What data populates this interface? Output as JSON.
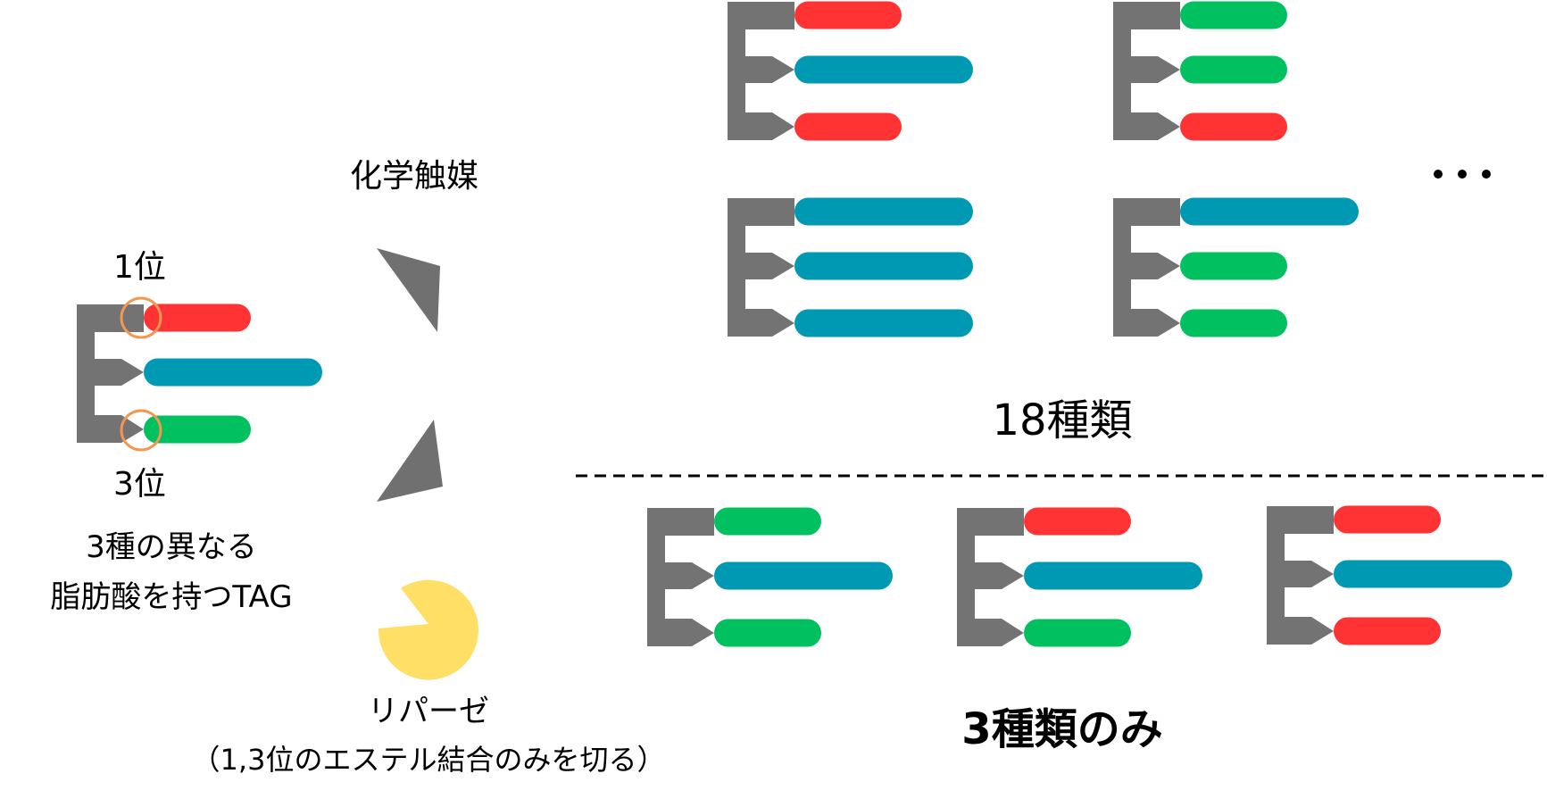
{
  "colors": {
    "glycerol": "#737373",
    "red": "#ff3333",
    "blue": "#0099b3",
    "green": "#00c060",
    "enzyme": "#ffdf66",
    "marker": "#f29650",
    "arrow": "#707070"
  },
  "left": {
    "pos1_label": "1位",
    "pos3_label": "3位",
    "desc_line1": "3種の異なる",
    "desc_line2": "脂肪酸を持つTAG"
  },
  "catalyst_label": "化学触媒",
  "lipase": {
    "name": "リパーゼ",
    "note": "（1,3位のエステル結合のみを切る）"
  },
  "chemical_result": {
    "ellipsis": "・・・",
    "count_label": "18種類",
    "molecules": [
      {
        "chains": [
          "red",
          "blue",
          "red"
        ],
        "lengths": [
          "short",
          "long",
          "short"
        ]
      },
      {
        "chains": [
          "green",
          "green",
          "red"
        ],
        "lengths": [
          "short",
          "short",
          "short"
        ]
      },
      {
        "chains": [
          "blue",
          "blue",
          "blue"
        ],
        "lengths": [
          "long",
          "long",
          "long"
        ]
      },
      {
        "chains": [
          "blue",
          "green",
          "green"
        ],
        "lengths": [
          "long",
          "short",
          "short"
        ]
      }
    ]
  },
  "lipase_result": {
    "count_label": "3種類のみ",
    "molecules": [
      {
        "chains": [
          "green",
          "blue",
          "green"
        ],
        "lengths": [
          "short",
          "long",
          "short"
        ]
      },
      {
        "chains": [
          "red",
          "blue",
          "green"
        ],
        "lengths": [
          "short",
          "long",
          "short"
        ]
      },
      {
        "chains": [
          "red",
          "blue",
          "red"
        ],
        "lengths": [
          "short",
          "long",
          "short"
        ]
      }
    ]
  },
  "original_molecule": {
    "chains": [
      "red",
      "blue",
      "green"
    ],
    "lengths": [
      "short",
      "long",
      "short"
    ]
  }
}
